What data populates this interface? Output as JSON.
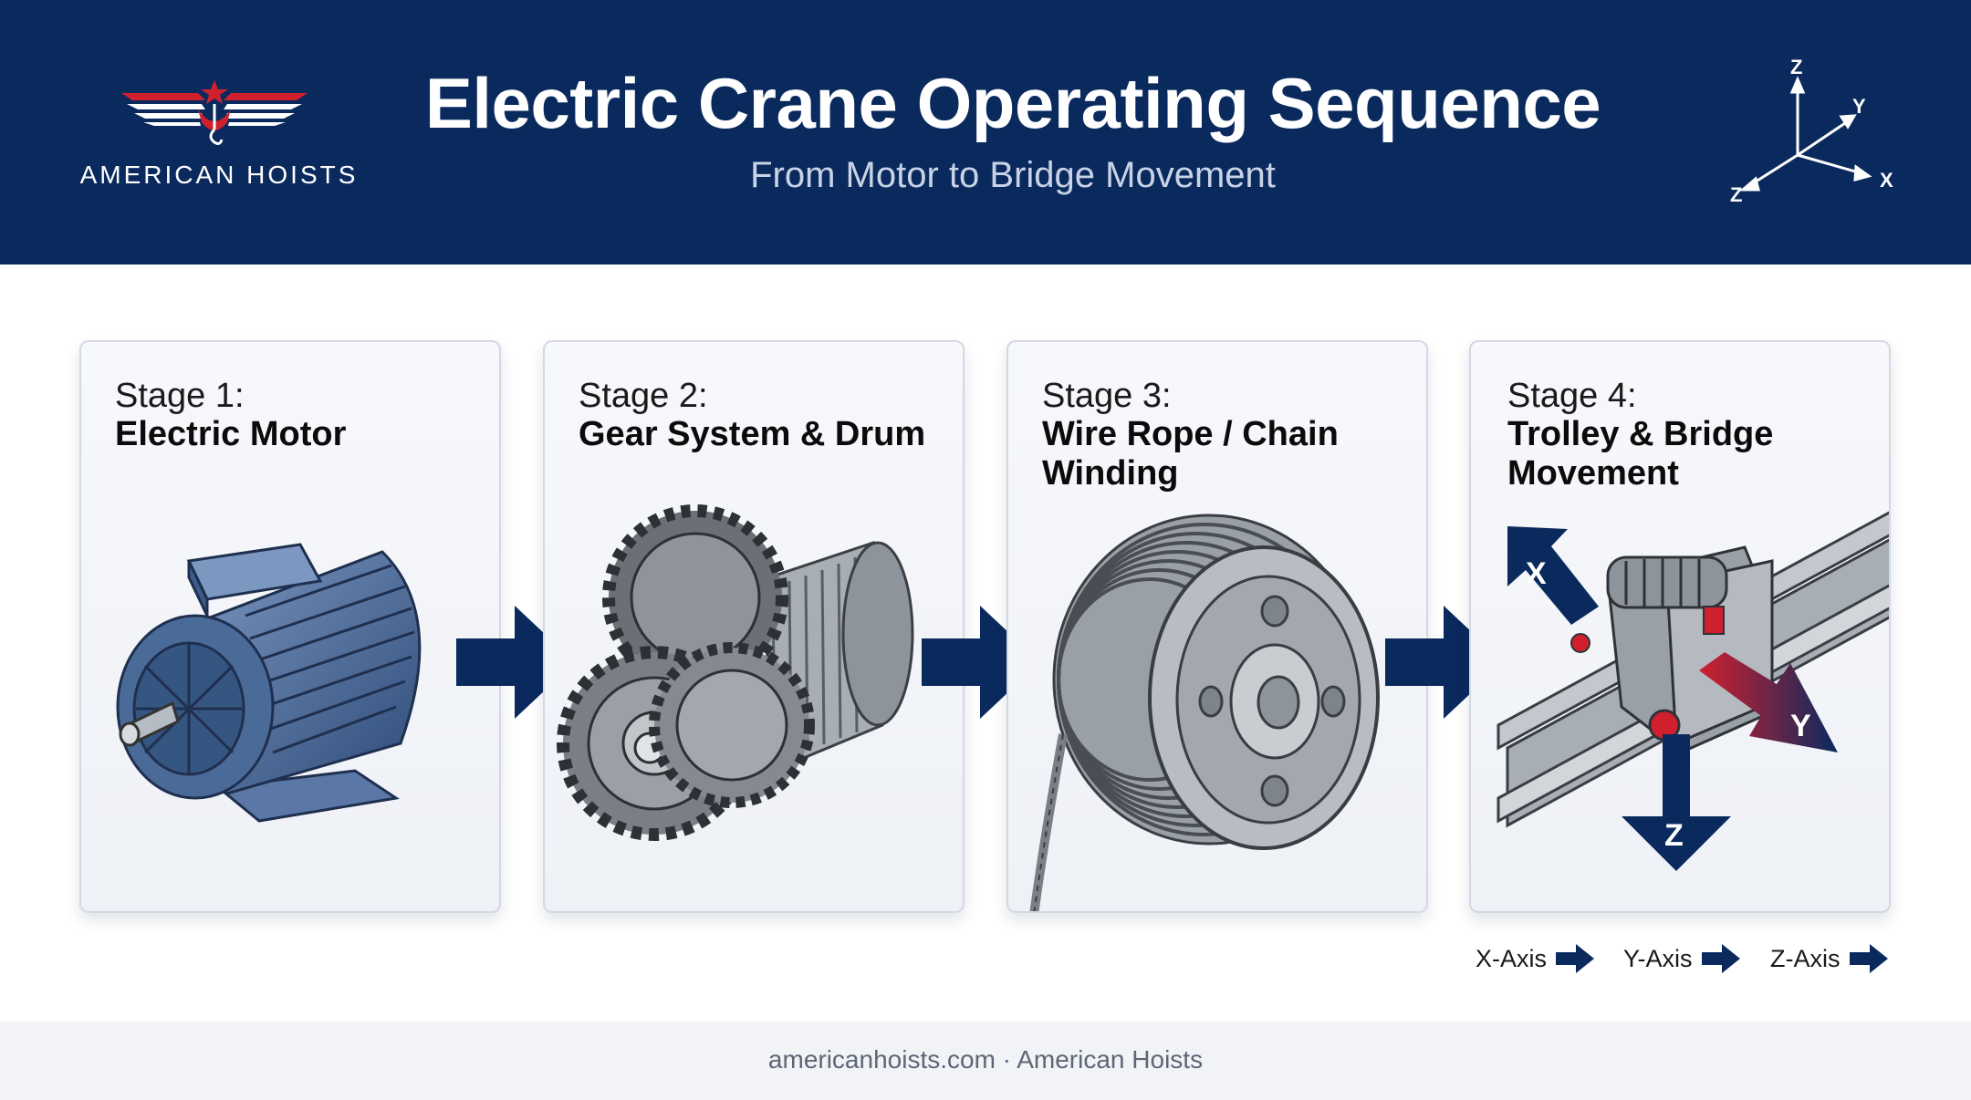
{
  "header": {
    "brand": "AMERICAN HOISTS",
    "title": "Electric Crane Operating Sequence",
    "subtitle": "From Motor to Bridge Movement",
    "axis_glyph": {
      "z_top": "Z",
      "y": "Y",
      "x": "X",
      "z_bottom": "Z"
    }
  },
  "stages": [
    {
      "number": "Stage 1:",
      "name": "Electric Motor",
      "icon": "electric-motor"
    },
    {
      "number": "Stage 2:",
      "name": "Gear System & Drum",
      "icon": "gear-drum"
    },
    {
      "number": "Stage 3:",
      "name": "Wire Rope / Chain Winding",
      "icon": "wire-rope-drum"
    },
    {
      "number": "Stage 4:",
      "name": "Trolley & Bridge Movement",
      "icon": "trolley-rail",
      "axis_labels": {
        "x": "X",
        "y": "Y",
        "z": "Z"
      }
    }
  ],
  "legend": {
    "x": "X-Axis",
    "y": "Y-Axis",
    "z": "Z-Axis"
  },
  "footer": {
    "text": "americanhoists.com · American Hoists"
  },
  "colors": {
    "navy": "#0a2a5e",
    "red": "#d0202e",
    "steel_blue": "#4f6f9c",
    "steel": "#9aa3ad"
  }
}
